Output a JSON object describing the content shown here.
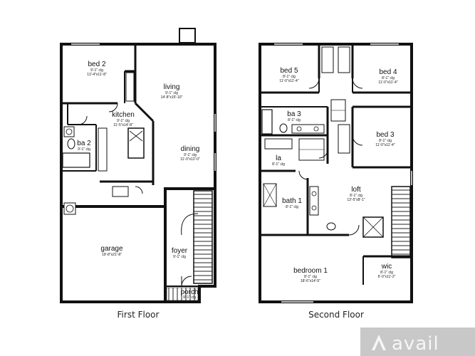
{
  "floors": [
    {
      "caption": "First Floor",
      "rooms": [
        {
          "id": "bed2",
          "name": "bed 2",
          "dims": [
            "9'-1\" clg",
            "13'-4\"x11'-8\""
          ]
        },
        {
          "id": "living",
          "name": "living",
          "dims": [
            "9'-1\" clg",
            "14'-8\"x15'-10\""
          ]
        },
        {
          "id": "kitchen",
          "name": "kitchen",
          "dims": [
            "9'-1\" clg",
            "11'-5\"x14'-8\""
          ]
        },
        {
          "id": "ba2",
          "name": "ba 2",
          "dims": [
            "9'-1\" clg"
          ]
        },
        {
          "id": "dining",
          "name": "dining",
          "dims": [
            "9'-1\" clg",
            "11'-0\"x12'-0\""
          ]
        },
        {
          "id": "garage",
          "name": "garage",
          "dims": [
            "19'-8\"x21'-8\""
          ]
        },
        {
          "id": "foyer",
          "name": "foyer",
          "dims": [
            "9'-1\" clg"
          ]
        },
        {
          "id": "porch",
          "name": "porch",
          "dims": [
            "9'-1\" clg"
          ]
        }
      ]
    },
    {
      "caption": "Second Floor",
      "rooms": [
        {
          "id": "bed5",
          "name": "bed 5",
          "dims": [
            "8'-1\" clg",
            "11'-0\"x11'-4\""
          ]
        },
        {
          "id": "bed4",
          "name": "bed 4",
          "dims": [
            "8'-1\" clg",
            "11'-0\"x11'-4\""
          ]
        },
        {
          "id": "ba3",
          "name": "ba 3",
          "dims": [
            "8'-1\" clg"
          ]
        },
        {
          "id": "bed3",
          "name": "bed 3",
          "dims": [
            "8'-1\" clg",
            "11'-0\"x11'-4\""
          ]
        },
        {
          "id": "la",
          "name": "la",
          "dims": [
            "8'-1\" clg"
          ]
        },
        {
          "id": "loft",
          "name": "loft",
          "dims": [
            "8'-1\" clg",
            "13'-5\"x8'-1\""
          ]
        },
        {
          "id": "bath1",
          "name": "bath 1",
          "dims": [
            "8'-1\" clg"
          ]
        },
        {
          "id": "bedroom1",
          "name": "bedroom 1",
          "dims": [
            "8'-1\" clg",
            "18'-6\"x14'-5\""
          ]
        },
        {
          "id": "wic",
          "name": "wic",
          "dims": [
            "8'-1\" clg",
            "6'-0\"x11'-2\""
          ]
        }
      ]
    }
  ],
  "watermark": {
    "text": "avail",
    "icon": "avail-logo-icon"
  }
}
